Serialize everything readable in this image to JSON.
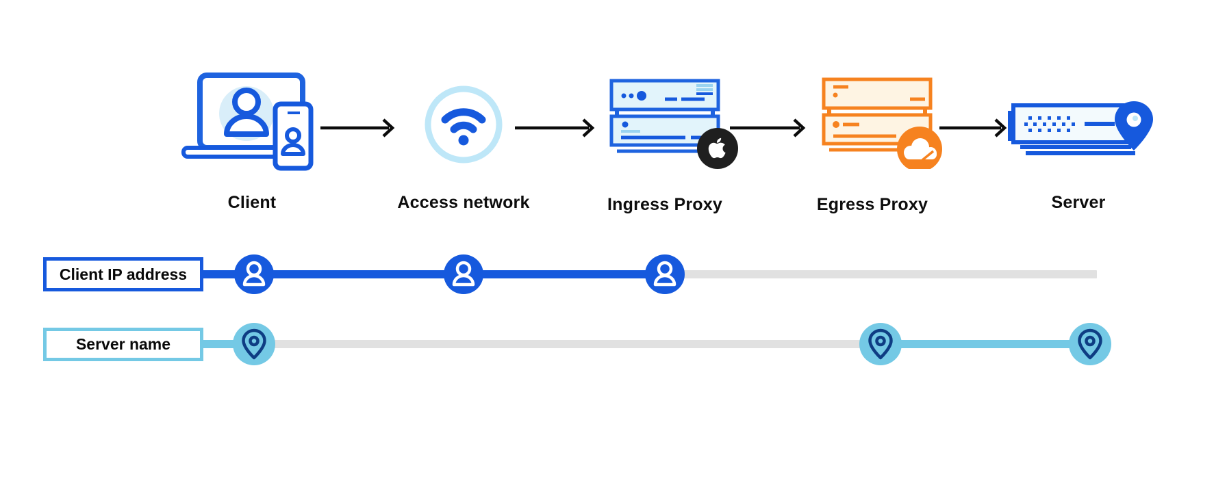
{
  "flow": {
    "nodes": [
      {
        "id": "client",
        "label": "Client",
        "icon": "laptop-phone-user-icon"
      },
      {
        "id": "access-network",
        "label": "Access network",
        "icon": "wifi-icon"
      },
      {
        "id": "ingress-proxy",
        "label": "Ingress Proxy",
        "icon": "server-stack-icon",
        "badge": "apple-logo"
      },
      {
        "id": "egress-proxy",
        "label": "Egress Proxy",
        "icon": "server-stack-icon",
        "badge": "cloudflare-logo"
      },
      {
        "id": "server",
        "label": "Server",
        "icon": "server-location-icon"
      }
    ],
    "arrow_count": 4
  },
  "tracks": {
    "client_ip": {
      "label": "Client IP address",
      "marker_icon": "user-icon",
      "color": "#1659DD",
      "visible_at": [
        "Client",
        "Access network",
        "Ingress Proxy"
      ]
    },
    "server_name": {
      "label": "Server name",
      "marker_icon": "location-pin-icon",
      "color": "#74C9E5",
      "visible_at": [
        "Client",
        "Egress Proxy",
        "Server"
      ]
    }
  },
  "palette": {
    "primary_blue": "#1659DD",
    "icon_stroke_blue": "#1E63DF",
    "light_cyan_fill": "#E2F4FB",
    "sky_ring": "#BEE7F8",
    "sky_blue": "#74C9E5",
    "pin_navy": "#0E3D83",
    "cloudflare_orange": "#F6821F",
    "cream_fill": "#FEF4E3",
    "gray_inactive_line": "#E1E1E1",
    "arrow_black": "#0B0B0B"
  }
}
